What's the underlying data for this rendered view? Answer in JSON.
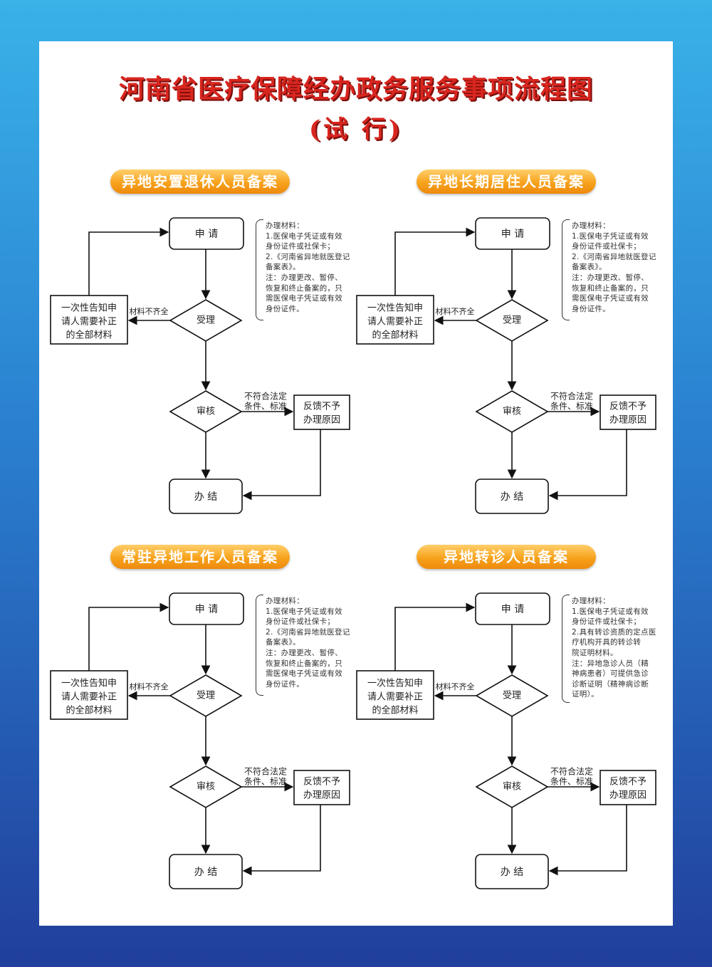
{
  "poster": {
    "title": "河南省医疗保障经办政务服务事项流程图",
    "subtitle": "(试 行)"
  },
  "flows": [
    {
      "banner": "异地安置退休人员备案",
      "steps": {
        "apply": "申 请",
        "accept": "受理",
        "review": "审核",
        "done": "办 结"
      },
      "notify_box": [
        "一次性告知申",
        "请人需要补正",
        "的全部材料"
      ],
      "missing_label": "材料不齐全",
      "reject_label": [
        "不符合法定",
        "条件、标准"
      ],
      "feedback_box": [
        "反馈不予",
        "办理原因"
      ],
      "notes": [
        "办理材料：",
        "1.医保电子凭证或有效",
        "身份证件或社保卡；",
        "2.《河南省异地就医登记",
        "备案表》。",
        "注：办理更改、暂停、",
        "恢复和终止备案的，只",
        "需医保电子凭证或有效",
        "身份证件。"
      ]
    },
    {
      "banner": "异地长期居住人员备案",
      "steps": {
        "apply": "申 请",
        "accept": "受理",
        "review": "审核",
        "done": "办 结"
      },
      "notify_box": [
        "一次性告知申",
        "请人需要补正",
        "的全部材料"
      ],
      "missing_label": "材料不齐全",
      "reject_label": [
        "不符合法定",
        "条件、标准"
      ],
      "feedback_box": [
        "反馈不予",
        "办理原因"
      ],
      "notes": [
        "办理材料：",
        "1.医保电子凭证或有效",
        "身份证件或社保卡；",
        "2.《河南省异地就医登记",
        "备案表》。",
        "注：办理更改、暂停、",
        "恢复和终止备案的，只",
        "需医保电子凭证或有效",
        "身份证件。"
      ]
    },
    {
      "banner": "常驻异地工作人员备案",
      "steps": {
        "apply": "申 请",
        "accept": "受理",
        "review": "审核",
        "done": "办 结"
      },
      "notify_box": [
        "一次性告知申",
        "请人需要补正",
        "的全部材料"
      ],
      "missing_label": "材料不齐全",
      "reject_label": [
        "不符合法定",
        "条件、标准"
      ],
      "feedback_box": [
        "反馈不予",
        "办理原因"
      ],
      "notes": [
        "办理材料：",
        "1.医保电子凭证或有效",
        "身份证件或社保卡；",
        "2.《河南省异地就医登记",
        "备案表》。",
        "注：办理更改、暂停、",
        "恢复和终止备案的，只",
        "需医保电子凭证或有效",
        "身份证件。"
      ]
    },
    {
      "banner": "异地转诊人员备案",
      "steps": {
        "apply": "申 请",
        "accept": "受理",
        "review": "审核",
        "done": "办 结"
      },
      "notify_box": [
        "一次性告知申",
        "请人需要补正",
        "的全部材料"
      ],
      "missing_label": "材料不齐全",
      "reject_label": [
        "不符合法定",
        "条件、标准"
      ],
      "feedback_box": [
        "反馈不予",
        "办理原因"
      ],
      "notes": [
        "办理材料：",
        "1.医保电子凭证或有效",
        "身份证件或社保卡；",
        "2.具有转诊资质的定点医",
        "疗机构开具的转诊转",
        "院证明材料。",
        "注：异地急诊人员（精",
        "神病患者）可提供急诊",
        "诊断证明（精神病诊断",
        "证明）。"
      ]
    }
  ]
}
